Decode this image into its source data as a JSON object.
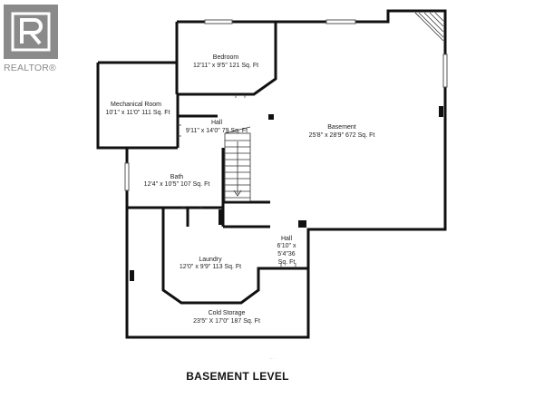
{
  "brand": {
    "name": "REALTOR®",
    "color": "#8a8a8a"
  },
  "plan": {
    "level_title": "BASEMENT LEVEL",
    "watermark": "...",
    "wall_color": "#111111",
    "rooms": {
      "bedroom": {
        "name": "Bedroom",
        "dims": "12'11\" x 9'5\" 121 Sq. Ft"
      },
      "mechanical": {
        "name": "Mechanical Room",
        "dims": "10'1\" x 11'0\" 111 Sq. Ft"
      },
      "hall_upper": {
        "name": "Hall",
        "dims": "9'11\" x 14'0\" 79 Sq. Ft"
      },
      "basement": {
        "name": "Basement",
        "dims": "25'8\" x 28'9\" 672 Sq. Ft"
      },
      "bath": {
        "name": "Bath",
        "dims": "12'4\" x 10'5\" 107 Sq. Ft"
      },
      "laundry": {
        "name": "Laundry",
        "dims": "12'0\" x 9'9\" 113 Sq. Ft"
      },
      "hall_lower": {
        "name": "Hall",
        "dims_line1": "6'10\" x",
        "dims_line2": "5'4\"36",
        "dims_line3": "Sq. Ft"
      },
      "cold_storage": {
        "name": "Cold Storage",
        "dims": "23'5\" X 17'0\" 187 Sq. Ft"
      }
    }
  }
}
